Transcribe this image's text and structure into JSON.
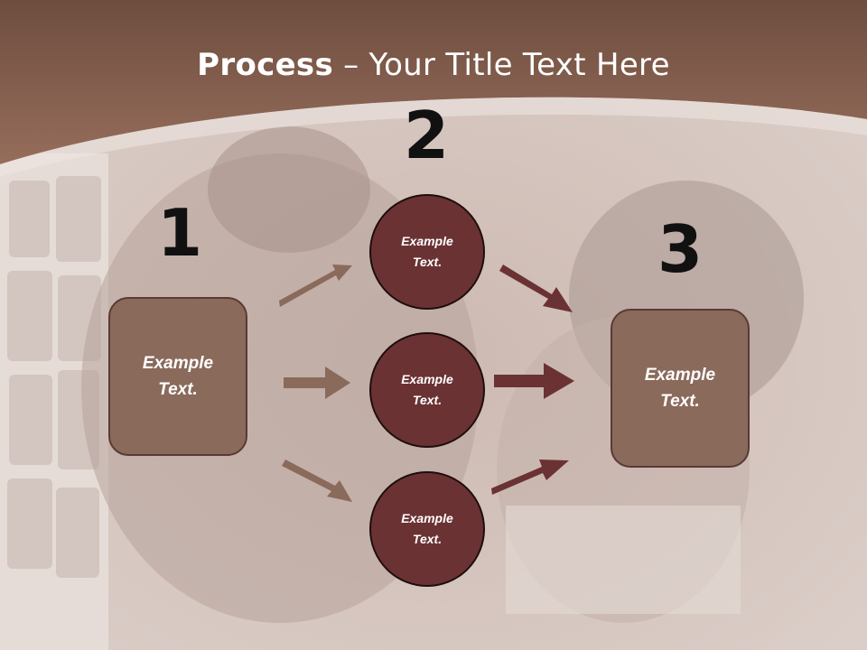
{
  "title": {
    "bold": "Process",
    "rest": " – Your Title Text Here"
  },
  "steps": [
    {
      "number": "1",
      "label": "Example\nText."
    },
    {
      "number": "2",
      "labels": [
        "Example\nText.",
        "Example\nText.",
        "Example\nText."
      ]
    },
    {
      "number": "3",
      "label": "Example\nText."
    }
  ],
  "colors": {
    "header_brown": "#8b6150",
    "box_fill": "#8a6a5b",
    "circle_fill": "#6b3233",
    "arrow_light": "#8a6a5b",
    "arrow_dark": "#6b3233"
  }
}
